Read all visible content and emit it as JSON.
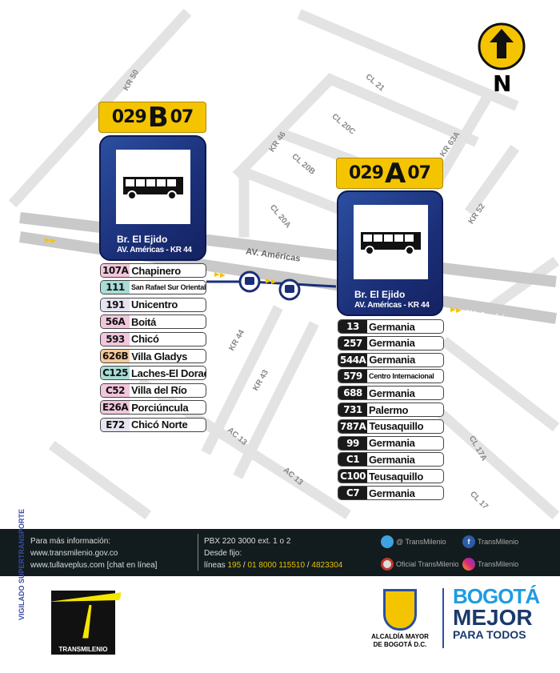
{
  "north": {
    "label": "N"
  },
  "streets": [
    "KR 50",
    "CL 21",
    "CL 20C",
    "KR 46",
    "CL 20B",
    "KR 63A",
    "CL 20A",
    "KR 52",
    "AV. Américas",
    "AV. Américas",
    "KR 44",
    "KR 43",
    "AC 13",
    "AC 13",
    "CL 17A",
    "CL 17"
  ],
  "stops": [
    {
      "code_pre": "029",
      "code_letter": "B",
      "code_post": "07",
      "name": "Br. El Ejido",
      "address": "AV. Américas - KR 44",
      "routes": [
        {
          "code": "107A",
          "dest": "Chapinero",
          "color": "#f2c6dc"
        },
        {
          "code": "111",
          "dest": "San Rafael Sur Oriental",
          "color": "#a8dcd6"
        },
        {
          "code": "191",
          "dest": "Unicentro",
          "color": "#e6e4f0"
        },
        {
          "code": "56A",
          "dest": "Boitá",
          "color": "#f2c6dc"
        },
        {
          "code": "593",
          "dest": "Chicó",
          "color": "#f2c6dc"
        },
        {
          "code": "626B",
          "dest": "Villa Gladys",
          "color": "#f6c89a"
        },
        {
          "code": "C125",
          "dest": "Laches-El Dorado",
          "color": "#a8dcd6"
        },
        {
          "code": "C52",
          "dest": "Villa del Río",
          "color": "#f2c6dc"
        },
        {
          "code": "E26A",
          "dest": "Porciúncula",
          "color": "#f2c6dc"
        },
        {
          "code": "E72",
          "dest": "Chicó Norte",
          "color": "#e6e4f0"
        }
      ]
    },
    {
      "code_pre": "029",
      "code_letter": "A",
      "code_post": "07",
      "name": "Br. El Ejido",
      "address": "AV. Américas - KR 44",
      "routes": [
        {
          "code": "13",
          "dest": "Germania",
          "color": "#1a1a1a"
        },
        {
          "code": "257",
          "dest": "Germania",
          "color": "#1a1a1a"
        },
        {
          "code": "544A",
          "dest": "Germania",
          "color": "#1a1a1a"
        },
        {
          "code": "579",
          "dest": "Centro Internacional",
          "color": "#1a1a1a"
        },
        {
          "code": "688",
          "dest": "Germania",
          "color": "#1a1a1a"
        },
        {
          "code": "731",
          "dest": "Palermo",
          "color": "#1a1a1a"
        },
        {
          "code": "787A",
          "dest": "Teusaquillo",
          "color": "#1a1a1a"
        },
        {
          "code": "99",
          "dest": "Germania",
          "color": "#1a1a1a"
        },
        {
          "code": "C1",
          "dest": "Germania",
          "color": "#1a1a1a"
        },
        {
          "code": "C100",
          "dest": "Teusaquillo",
          "color": "#1a1a1a"
        },
        {
          "code": "C7",
          "dest": "Germania",
          "color": "#1a1a1a"
        }
      ]
    }
  ],
  "footer": {
    "info_title": "Para más información:",
    "web1": "www.transmilenio.gov.co",
    "web2": "www.tullaveplus.com [chat en línea]",
    "pbx": "PBX 220 3000 ext. 1 o 2",
    "desde": "Desde fijo:",
    "lineas": "líneas",
    "num1": "195",
    "num2": "01 8000 115510",
    "num3": "4823304",
    "twitter": "@ TransMilenio",
    "facebook": "TransMilenio",
    "youtube": "Oficial TransMilenio",
    "instagram": "TransMilenio"
  },
  "logos": {
    "vigilado": "VIGILADO SUPERTRANSPORTE",
    "transmilenio": "TRANSMILENIO",
    "alcaldia1": "ALCALDÍA MAYOR",
    "alcaldia2": "DE BOGOTÁ D.C.",
    "bogota1": "BOGOTÁ",
    "bogota2": "MEJOR",
    "bogota3": "PARA TODOS"
  },
  "colors": {
    "sign": "#f5c400",
    "card": "#1b2f78",
    "footer": "#121c1e",
    "accent": "#e6c200"
  }
}
